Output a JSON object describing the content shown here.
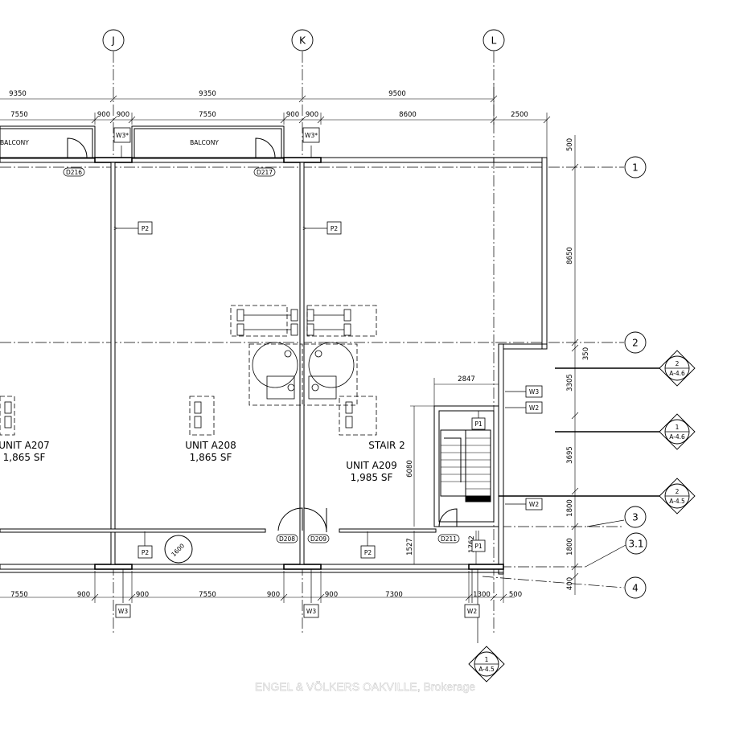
{
  "grid": {
    "columns": [
      "J",
      "K",
      "L"
    ],
    "rows": [
      "1",
      "2",
      "3",
      "3.1",
      "4"
    ]
  },
  "dimensions": {
    "top_bays": [
      "9350",
      "9350",
      "9500"
    ],
    "top_sub": [
      "7550",
      "900",
      "900",
      "7550",
      "900",
      "900",
      "8600",
      "2500"
    ],
    "bottom": [
      "7550",
      "900",
      "900",
      "7550",
      "900",
      "900",
      "7300",
      "1300",
      "500"
    ],
    "right": [
      "500",
      "8650",
      "350",
      "3305",
      "3695",
      "1800",
      "1800",
      "400"
    ],
    "stair_width": "2847",
    "stair_depth": "6080",
    "left_small_1": "1527",
    "left_small_2": "1762",
    "diag": "1600"
  },
  "units": [
    {
      "name": "UNIT A207",
      "area": "1,865 SF"
    },
    {
      "name": "UNIT A208",
      "area": "1,865 SF"
    },
    {
      "name": "UNIT A209",
      "area": "1,985 SF"
    }
  ],
  "stair": "STAIR 2",
  "balconies": [
    "BALCONY",
    "BALCONY"
  ],
  "doors": [
    "D216",
    "D217",
    "D208",
    "D209",
    "D211"
  ],
  "tags": {
    "p2": "P2",
    "p1": "P1",
    "w3": "W3",
    "w3s": "W3*",
    "w2": "W2"
  },
  "sections": [
    {
      "num": "2",
      "sheet": "A-4.6"
    },
    {
      "num": "1",
      "sheet": "A-4.6"
    },
    {
      "num": "2",
      "sheet": "A-4.5"
    },
    {
      "num": "1",
      "sheet": "A-4.5"
    }
  ],
  "watermark": "ENGEL & VÖLKERS OAKVILLE, Brokerage"
}
